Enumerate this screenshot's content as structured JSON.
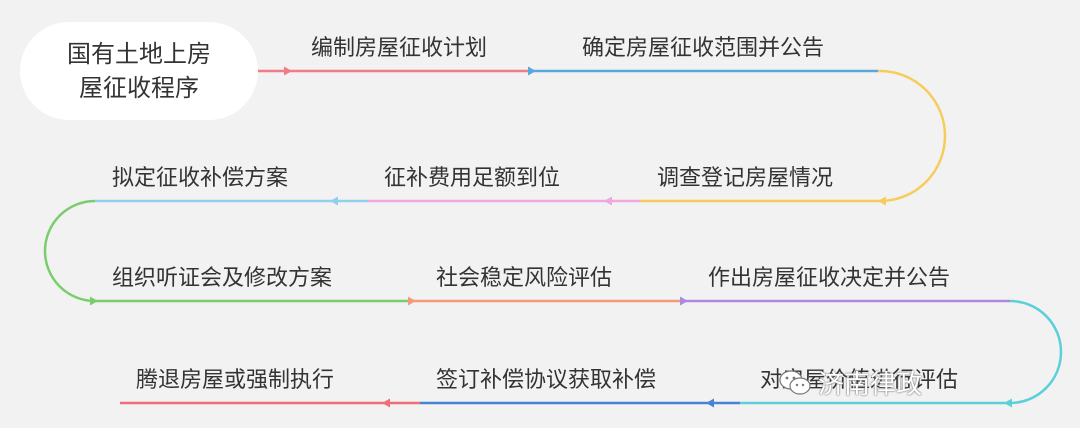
{
  "title": [
    "国有土地上房",
    "屋征收程序"
  ],
  "steps": [
    "编制房屋征收计划",
    "确定房屋征收范围并公告",
    "调查登记房屋情况",
    "征补费用足额到位",
    "拟定征收补偿方案",
    "组织听证会及修改方案",
    "社会稳定风险评估",
    "作出房屋征收决定并公告",
    "对房屋价值进行评估",
    "签订补偿协议获取补偿",
    "腾退房屋或强制执行"
  ],
  "watermark": "济南律政",
  "colors": {
    "background": "#f2f2f2",
    "text": "#333333",
    "segments": [
      "#f27c86",
      "#5aa7de",
      "#f6cc5c",
      "#f2a8df",
      "#8fd0ea",
      "#7acd6d",
      "#f39a7a",
      "#ad8ae2",
      "#5ccfd9",
      "#4a82d4",
      "#ee7076"
    ]
  }
}
